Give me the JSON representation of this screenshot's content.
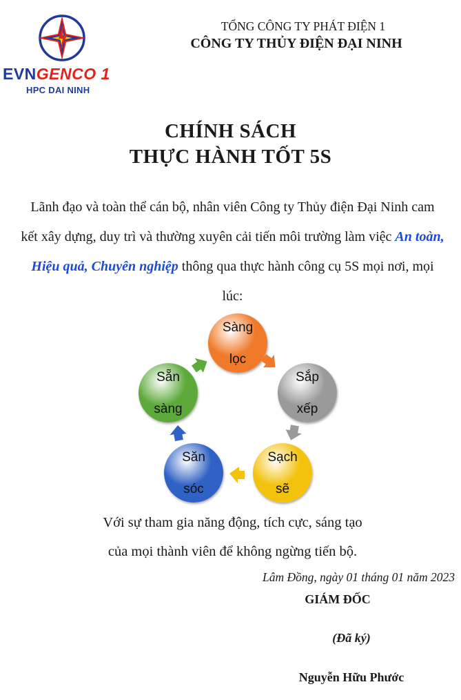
{
  "header": {
    "logo_brand_main": "EVN",
    "logo_brand_accent": "GENCO 1",
    "logo_sub": "HPC DAI NINH",
    "org_parent": "TỔNG CÔNG TY PHÁT ĐIỆN 1",
    "org_name": "CÔNG TY THỦY ĐIỆN ĐẠI NINH"
  },
  "title": {
    "line1": "CHÍNH SÁCH",
    "line2": "THỰC HÀNH TỐT 5S"
  },
  "intro": {
    "part1": "Lãnh đạo và toàn thể cán bộ, nhân viên Công ty Thủy điện Đại Ninh cam kết xây dựng, duy trì và thường xuyên cải tiến môi trường làm việc ",
    "highlight": "An toàn, Hiệu quả, Chuyên nghiệp",
    "part2": " thông qua thực hành công cụ 5S mọi nơi, mọi lúc:"
  },
  "cycle": [
    {
      "l1": "Sàng",
      "l2": "lọc",
      "color": "#f07a2a"
    },
    {
      "l1": "Sắp",
      "l2": "xếp",
      "color": "#9a9a9a"
    },
    {
      "l1": "Sạch",
      "l2": "sẽ",
      "color": "#f2c20d"
    },
    {
      "l1": "Săn",
      "l2": "sóc",
      "color": "#2f62c4"
    },
    {
      "l1": "Sẵn",
      "l2": "sàng",
      "color": "#5daa3a"
    }
  ],
  "closing": {
    "line1": "Với sự tham gia năng động, tích cực, sáng tạo",
    "line2": "của mọi thành viên để không ngừng tiến bộ."
  },
  "signature": {
    "place_date": "Lâm Đồng, ngày 01 tháng 01 năm 2023",
    "role": "GIÁM ĐỐC",
    "signed": "(Đã ký)",
    "name": "Nguyễn Hữu Phước"
  }
}
